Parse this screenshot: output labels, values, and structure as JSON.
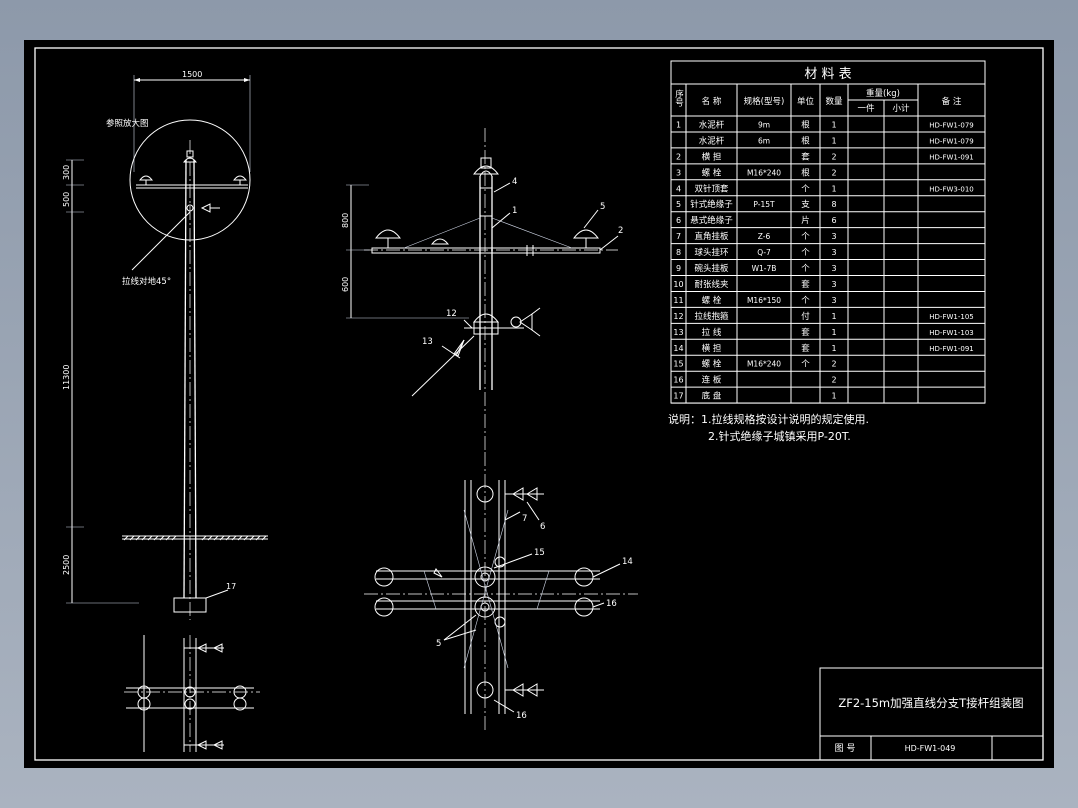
{
  "drawing": {
    "dimensions": {
      "top_width": "1500",
      "d300": "300",
      "d500": "500",
      "d11300": "11300",
      "d2500": "2500",
      "d800": "800",
      "d600": "600"
    },
    "notes_left": {
      "ref": "参照放大图",
      "guy": "拉线对地45°"
    },
    "labels": [
      "1",
      "2",
      "4",
      "5",
      "12",
      "13",
      "17",
      "7",
      "6",
      "15",
      "14",
      "16",
      "5",
      "16"
    ]
  },
  "table": {
    "title": "材   料   表",
    "head": {
      "no": "序号",
      "name": "名  称",
      "spec": "规格(型号)",
      "unit": "单位",
      "qty": "数量",
      "weight": "重量(kg)",
      "each": "一件",
      "total": "小计",
      "remark": "备  注"
    },
    "rows": [
      {
        "no": "1",
        "name": "水泥杆",
        "spec": "9m",
        "unit": "根",
        "qty": "1",
        "remark": "HD-FW1-079"
      },
      {
        "no": "",
        "name": "水泥杆",
        "spec": "6m",
        "unit": "根",
        "qty": "1",
        "remark": "HD-FW1-079"
      },
      {
        "no": "2",
        "name": "横  担",
        "spec": "",
        "unit": "套",
        "qty": "2",
        "remark": "HD-FW1-091"
      },
      {
        "no": "3",
        "name": "螺  栓",
        "spec": "M16*240",
        "unit": "根",
        "qty": "2",
        "remark": ""
      },
      {
        "no": "4",
        "name": "双针顶套",
        "spec": "",
        "unit": "个",
        "qty": "1",
        "remark": "HD-FW3-010"
      },
      {
        "no": "5",
        "name": "针式绝缘子",
        "spec": "P-15T",
        "unit": "支",
        "qty": "8",
        "remark": ""
      },
      {
        "no": "6",
        "name": "悬式绝缘子",
        "spec": "",
        "unit": "片",
        "qty": "6",
        "remark": ""
      },
      {
        "no": "7",
        "name": "直角挂板",
        "spec": "Z-6",
        "unit": "个",
        "qty": "3",
        "remark": ""
      },
      {
        "no": "8",
        "name": "球头挂环",
        "spec": "Q-7",
        "unit": "个",
        "qty": "3",
        "remark": ""
      },
      {
        "no": "9",
        "name": "碗头挂板",
        "spec": "W1-7B",
        "unit": "个",
        "qty": "3",
        "remark": ""
      },
      {
        "no": "10",
        "name": "耐张线夹",
        "spec": "",
        "unit": "套",
        "qty": "3",
        "remark": ""
      },
      {
        "no": "11",
        "name": "螺  栓",
        "spec": "M16*150",
        "unit": "个",
        "qty": "3",
        "remark": ""
      },
      {
        "no": "12",
        "name": "拉线抱箍",
        "spec": "",
        "unit": "付",
        "qty": "1",
        "remark": "HD-FW1-105"
      },
      {
        "no": "13",
        "name": "拉  线",
        "spec": "",
        "unit": "套",
        "qty": "1",
        "remark": "HD-FW1-103"
      },
      {
        "no": "14",
        "name": "横  担",
        "spec": "",
        "unit": "套",
        "qty": "1",
        "remark": "HD-FW1-091"
      },
      {
        "no": "15",
        "name": "螺  栓",
        "spec": "M16*240",
        "unit": "个",
        "qty": "2",
        "remark": ""
      },
      {
        "no": "16",
        "name": "连  板",
        "spec": "",
        "unit": "",
        "qty": "2",
        "remark": ""
      },
      {
        "no": "17",
        "name": "底  盘",
        "spec": "",
        "unit": "",
        "qty": "1",
        "remark": ""
      }
    ]
  },
  "notes": {
    "line1": "说明：1.拉线规格按设计说明的规定使用.",
    "line2": "2.针式绝缘子城镇采用P-20T."
  },
  "title_block": {
    "title": "ZF2-15m加强直线分支T接杆组装图",
    "drawing_no_label": "图  号",
    "drawing_no": "HD-FW1-049"
  }
}
